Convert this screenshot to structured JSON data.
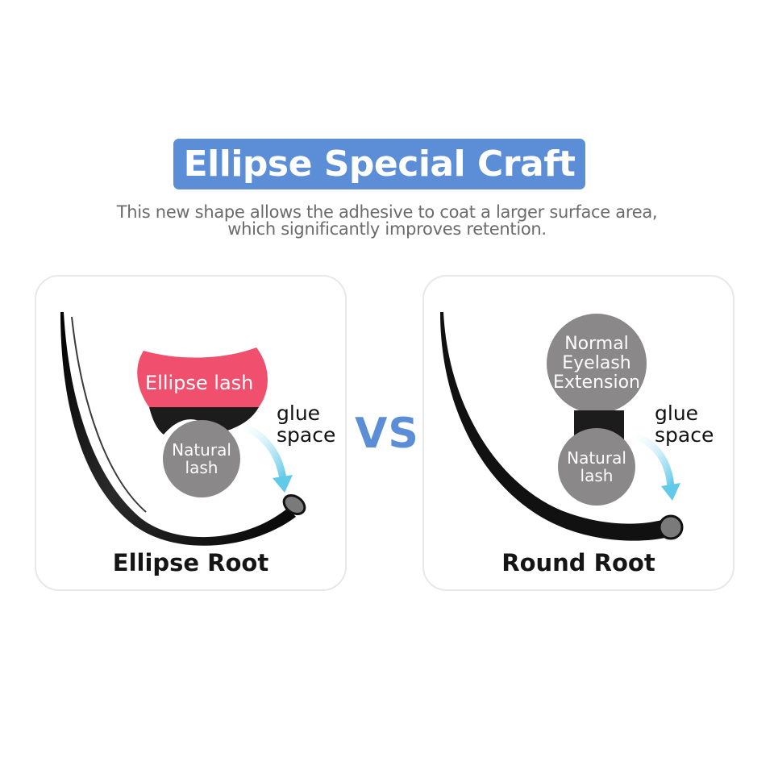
{
  "banner": {
    "title": "Ellipse Special Craft",
    "color": "#5c8ed8"
  },
  "subtitle": {
    "line1": "This new shape allows the adhesive to coat a larger surface area,",
    "line2": "which significantly improves retention."
  },
  "vs_label": "VS",
  "vs_color": "#5c8ed8",
  "left_panel": {
    "caption": "Ellipse Root",
    "ellipse_lash_label": "Ellipse lash",
    "natural_lash_label": [
      "Natural",
      "lash"
    ],
    "glue_label": [
      "glue",
      "space"
    ],
    "lash_color": "#f0506e"
  },
  "right_panel": {
    "caption": "Round Root",
    "extension_label": [
      "Normal",
      "Eyelash",
      "Extension"
    ],
    "natural_lash_label": [
      "Natural",
      "lash"
    ],
    "glue_label": [
      "glue",
      "space"
    ]
  },
  "colors": {
    "lash_black": "#111111",
    "circle_gray": "#8a8888",
    "arrow_cyan": "#7fd4ec"
  }
}
